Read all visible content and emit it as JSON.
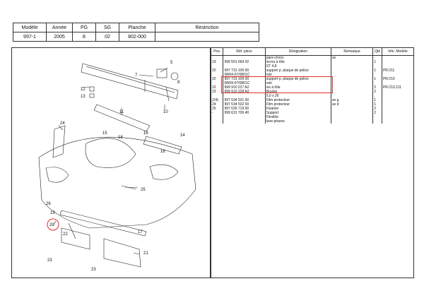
{
  "header": {
    "labels": [
      "Modèle",
      "Année",
      "PG",
      "SG",
      "Planche",
      "Restriction"
    ],
    "values": [
      "997-1",
      "2005",
      "8",
      "02",
      "802-000",
      ""
    ]
  },
  "parts": {
    "columns": [
      "Pos.",
      "Réf. pièce",
      "Désignation",
      "Remarque",
      "Qté",
      "Info. Modèle"
    ],
    "rows": [
      {
        "pos": "",
        "ref": "",
        "des": "pare-chocs",
        "rem": "av",
        "qty": "",
        "info": ""
      },
      {
        "pos": "19",
        "ref": "999 591 669 02",
        "des": "écrou à tôle",
        "rem": "",
        "qty": "1",
        "info": ""
      },
      {
        "pos": "",
        "ref": "",
        "des": "ST 4,8",
        "rem": "",
        "qty": "",
        "info": ""
      },
      {
        "pos": "20",
        "ref": "997 731 105 00",
        "des": "support p. plaque de police",
        "rem": "",
        "qty": "1",
        "info": "PR:211"
      },
      {
        "pos": "",
        "ref": "08/04-07/0801C",
        "des": "noir",
        "rem": "",
        "qty": "",
        "info": ""
      },
      {
        "pos": "20",
        "ref": "997 731 109 00",
        "des": "support p. plaque de police",
        "rem": "",
        "qty": "1",
        "info": "PR:210"
      },
      {
        "pos": "",
        "ref": "08/04-07/0801C",
        "des": "noir",
        "rem": "",
        "qty": "",
        "info": ""
      },
      {
        "pos": "22",
        "ref": "999 910 227 A2",
        "des": "vis à tôle",
        "rem": "",
        "qty": "2",
        "info": "PR:210,211"
      },
      {
        "pos": "23",
        "ref": "999 910 228 A2",
        "des": "Boulon",
        "rem": "",
        "qty": "2",
        "info": ""
      },
      {
        "pos": "",
        "ref": "",
        "des": "5,0 x 26",
        "rem": "",
        "qty": "",
        "info": ""
      },
      {
        "pos": "(24)",
        "ref": "997 534 531 00",
        "des": "Film protecteur",
        "rem": "av g",
        "qty": "1",
        "info": ""
      },
      {
        "pos": "24",
        "ref": "997 534 532 00",
        "des": "Film protecteur",
        "rem": "av d",
        "qty": "1",
        "info": ""
      },
      {
        "pos": "25",
        "ref": "997 535 719 00",
        "des": "Fixation",
        "rem": "",
        "qty": "2",
        "info": ""
      },
      {
        "pos": "-",
        "ref": "999 631 709 40",
        "des": "Support",
        "rem": "",
        "qty": "2",
        "info": ""
      },
      {
        "pos": "",
        "ref": "",
        "des": "Flexible",
        "rem": "",
        "qty": "",
        "info": ""
      },
      {
        "pos": "",
        "ref": "",
        "des": "lave-phares",
        "rem": "",
        "qty": "",
        "info": ""
      }
    ]
  },
  "diagram": {
    "callouts": [
      "5",
      "7",
      "8",
      "10",
      "11",
      "12",
      "13",
      "14",
      "15",
      "16",
      "16",
      "17",
      "18",
      "19",
      "20",
      "21",
      "22",
      "23",
      "23",
      "24",
      "25",
      "26"
    ]
  },
  "highlight_color": "#e0302a"
}
